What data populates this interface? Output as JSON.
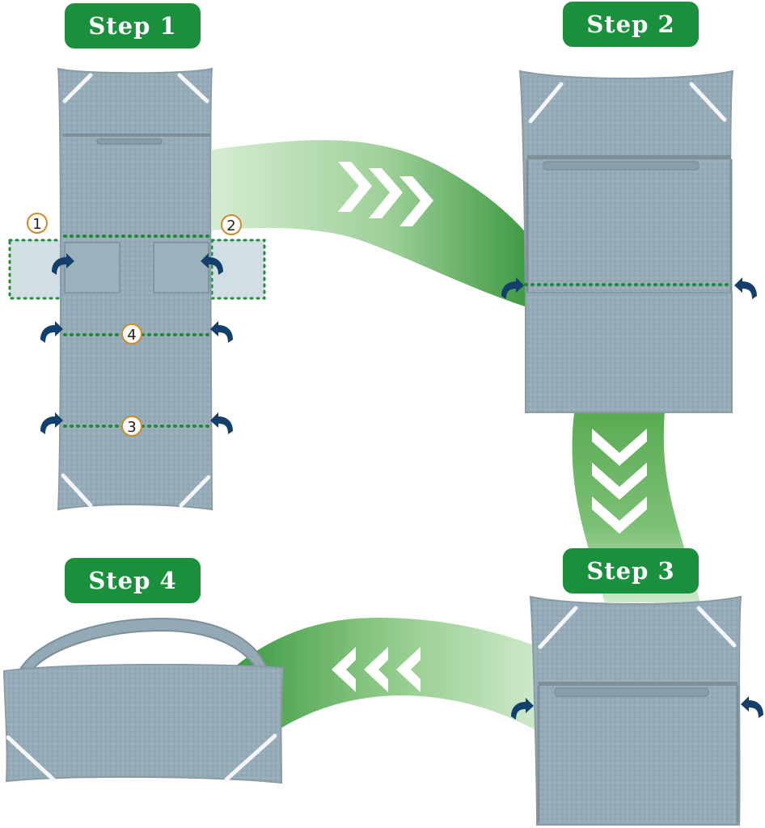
{
  "steps": [
    {
      "label": "Step 1"
    },
    {
      "label": "Step 2"
    },
    {
      "label": "Step 3"
    },
    {
      "label": "Step 4"
    }
  ],
  "fold_markers": [
    "1",
    "2",
    "3",
    "4"
  ],
  "colors": {
    "badge": "#1a8f3c",
    "towel": "#93a9b5",
    "towel_edge": "#7d8f99",
    "fold_line": "#1f8a3a",
    "fold_arrow": "#123f6b",
    "flow_arrow": "#4fa84d"
  },
  "icons": [
    "fold-arrow-icon",
    "chevron-right-icon",
    "chevron-down-icon",
    "chevron-left-icon"
  ]
}
